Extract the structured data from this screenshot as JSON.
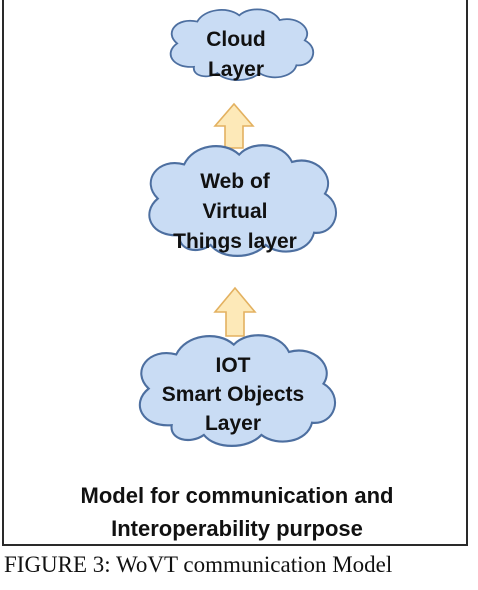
{
  "diagram": {
    "clouds": [
      {
        "lines": [
          "Cloud",
          "Layer"
        ]
      },
      {
        "lines": [
          "Web of",
          "Virtual",
          "Things layer"
        ]
      },
      {
        "lines": [
          "IOT",
          "Smart Objects",
          "Layer"
        ]
      }
    ],
    "arrows": 2,
    "colors": {
      "cloud_fill": "#c9dcf4",
      "cloud_stroke": "#4d6fa0",
      "arrow_fill": "#fde9b8",
      "arrow_stroke": "#e3b160",
      "frame_border": "#2a2a2a"
    },
    "model_label_line1": "Model for communication and",
    "model_label_line2": "Interoperability purpose"
  },
  "caption": "FIGURE 3: WoVT communication Model"
}
